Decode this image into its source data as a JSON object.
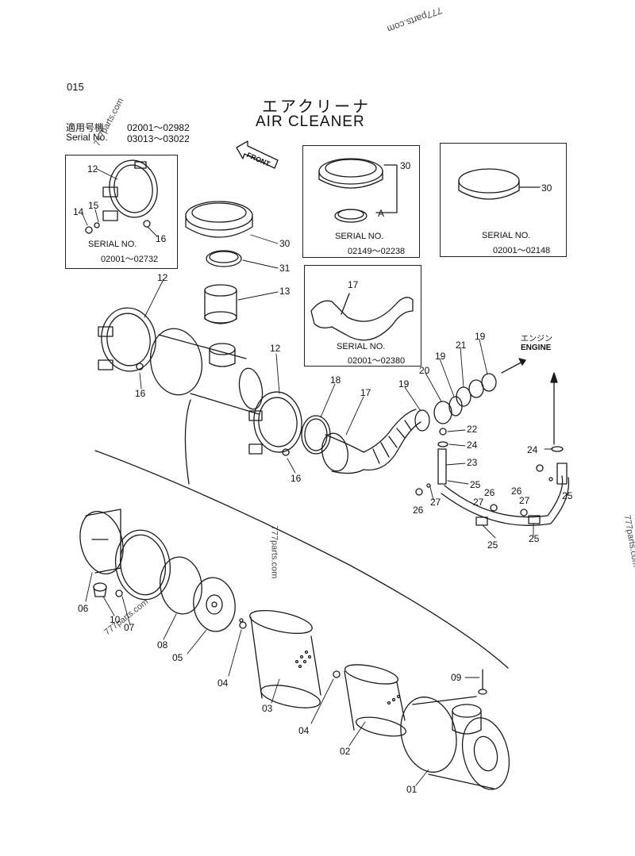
{
  "header": {
    "page_number": "015",
    "title_jp": "エアクリーナ",
    "title_en": "AIR CLEANER",
    "serial_label_jp": "適用号機",
    "serial_label_en": "Serial No.",
    "serial_range_1": "02001～02982",
    "serial_range_2": "03013～03022"
  },
  "watermarks": [
    "777parts.com",
    "777parts.com",
    "777parts.com",
    "777parts.com",
    "777parts.com"
  ],
  "front_label": "FRONT",
  "engine": {
    "label_jp": "エンジン",
    "label_en": "ENGINE"
  },
  "inset_boxes": [
    {
      "heading": "SERIAL NO.",
      "range": "02001～02732"
    },
    {
      "heading": "SERIAL NO.",
      "range": "02149～02238"
    },
    {
      "heading": "SERIAL NO.",
      "range": "02001～02148"
    },
    {
      "heading": "SERIAL NO.",
      "range": "02001～02380"
    }
  ],
  "callouts": {
    "box1": [
      "12",
      "15",
      "14",
      "16"
    ],
    "box2": [
      "30",
      "A"
    ],
    "box3": [
      "30"
    ],
    "box4": [
      "17"
    ],
    "upper": [
      "30",
      "31",
      "13",
      "12",
      "16",
      "12",
      "16",
      "18",
      "17",
      "19",
      "20",
      "19",
      "21",
      "19",
      "22",
      "24",
      "23",
      "25",
      "27",
      "26",
      "26",
      "27",
      "26",
      "27",
      "25",
      "25",
      "25",
      "24"
    ],
    "lower": [
      "06",
      "10",
      "07",
      "08",
      "05",
      "04",
      "03",
      "04",
      "02",
      "09",
      "01"
    ]
  }
}
